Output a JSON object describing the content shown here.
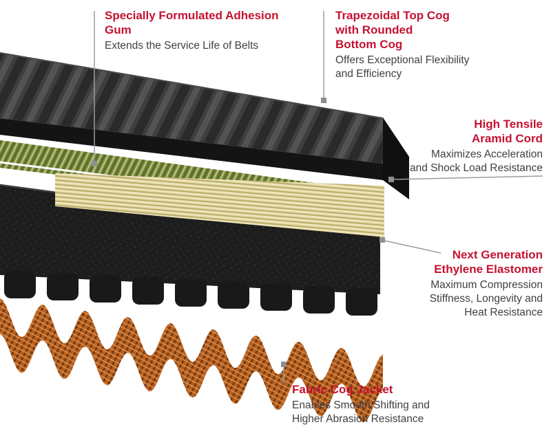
{
  "diagram": {
    "background": "#ffffff",
    "accent_red": "#c41230",
    "body_text_color": "#414042",
    "callout_line_color": "#9b9b9b",
    "callout_marker_color": "#8f8f8f",
    "layers": {
      "top_cog_color": "#2a2a2a",
      "adhesion_gum_color": "#7d8c41",
      "aramid_cord_color": "#e4d9a2",
      "elastomer_color": "#1d1d1d",
      "fabric_jacket_color": "#b65f1e"
    }
  },
  "callouts": [
    {
      "id": "adhesion-gum",
      "title": "Specially Formulated Adhesion Gum",
      "title_lines": [
        "Specially Formulated Adhesion",
        "Gum"
      ],
      "desc_lines": [
        "Extends the Service Life of Belts"
      ]
    },
    {
      "id": "top-cog",
      "title": "Trapezoidal Top Cog with Rounded Bottom Cog",
      "title_lines": [
        "Trapezoidal Top Cog",
        "with Rounded",
        "Bottom Cog"
      ],
      "desc_lines": [
        "Offers Exceptional Flexibility",
        "and Efficiency"
      ]
    },
    {
      "id": "aramid-cord",
      "title": "High Tensile Aramid Cord",
      "title_lines": [
        "High Tensile",
        "Aramid Cord"
      ],
      "desc_lines": [
        "Maximizes Acceleration",
        "and Shock Load Resistance"
      ]
    },
    {
      "id": "elastomer",
      "title": "Next Generation Ethylene Elastomer",
      "title_lines": [
        "Next Generation",
        "Ethylene Elastomer"
      ],
      "desc_lines": [
        "Maximum Compression",
        "Stiffness, Longevity and",
        "Heat Resistance"
      ]
    },
    {
      "id": "fabric-jacket",
      "title": "Fabric Cog Jacket",
      "title_lines": [
        "Fabric Cog Jacket"
      ],
      "desc_lines": [
        "Enables Smooth Shifting and",
        "Higher Abrasion Resistance"
      ]
    }
  ]
}
